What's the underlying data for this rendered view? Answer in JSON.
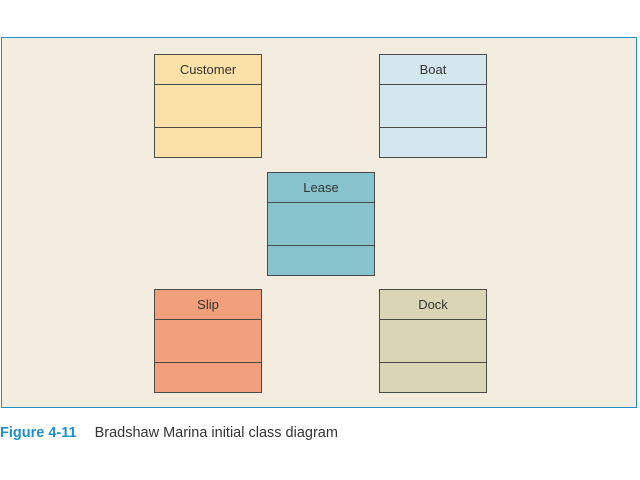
{
  "classes": [
    {
      "name": "Customer",
      "color": "#fbe0a7"
    },
    {
      "name": "Boat",
      "color": "#d4e7ef"
    },
    {
      "name": "Lease",
      "color": "#88c4cd"
    },
    {
      "name": "Slip",
      "color": "#f29f7c"
    },
    {
      "name": "Dock",
      "color": "#d9d5b5"
    }
  ],
  "caption": {
    "figure_label": "Figure 4-11",
    "text": "Bradshaw Marina initial class diagram"
  },
  "colors": {
    "panel_background": "#f3ede0",
    "panel_border": "#1f8fc9",
    "figure_label": "#1f8fc9"
  }
}
